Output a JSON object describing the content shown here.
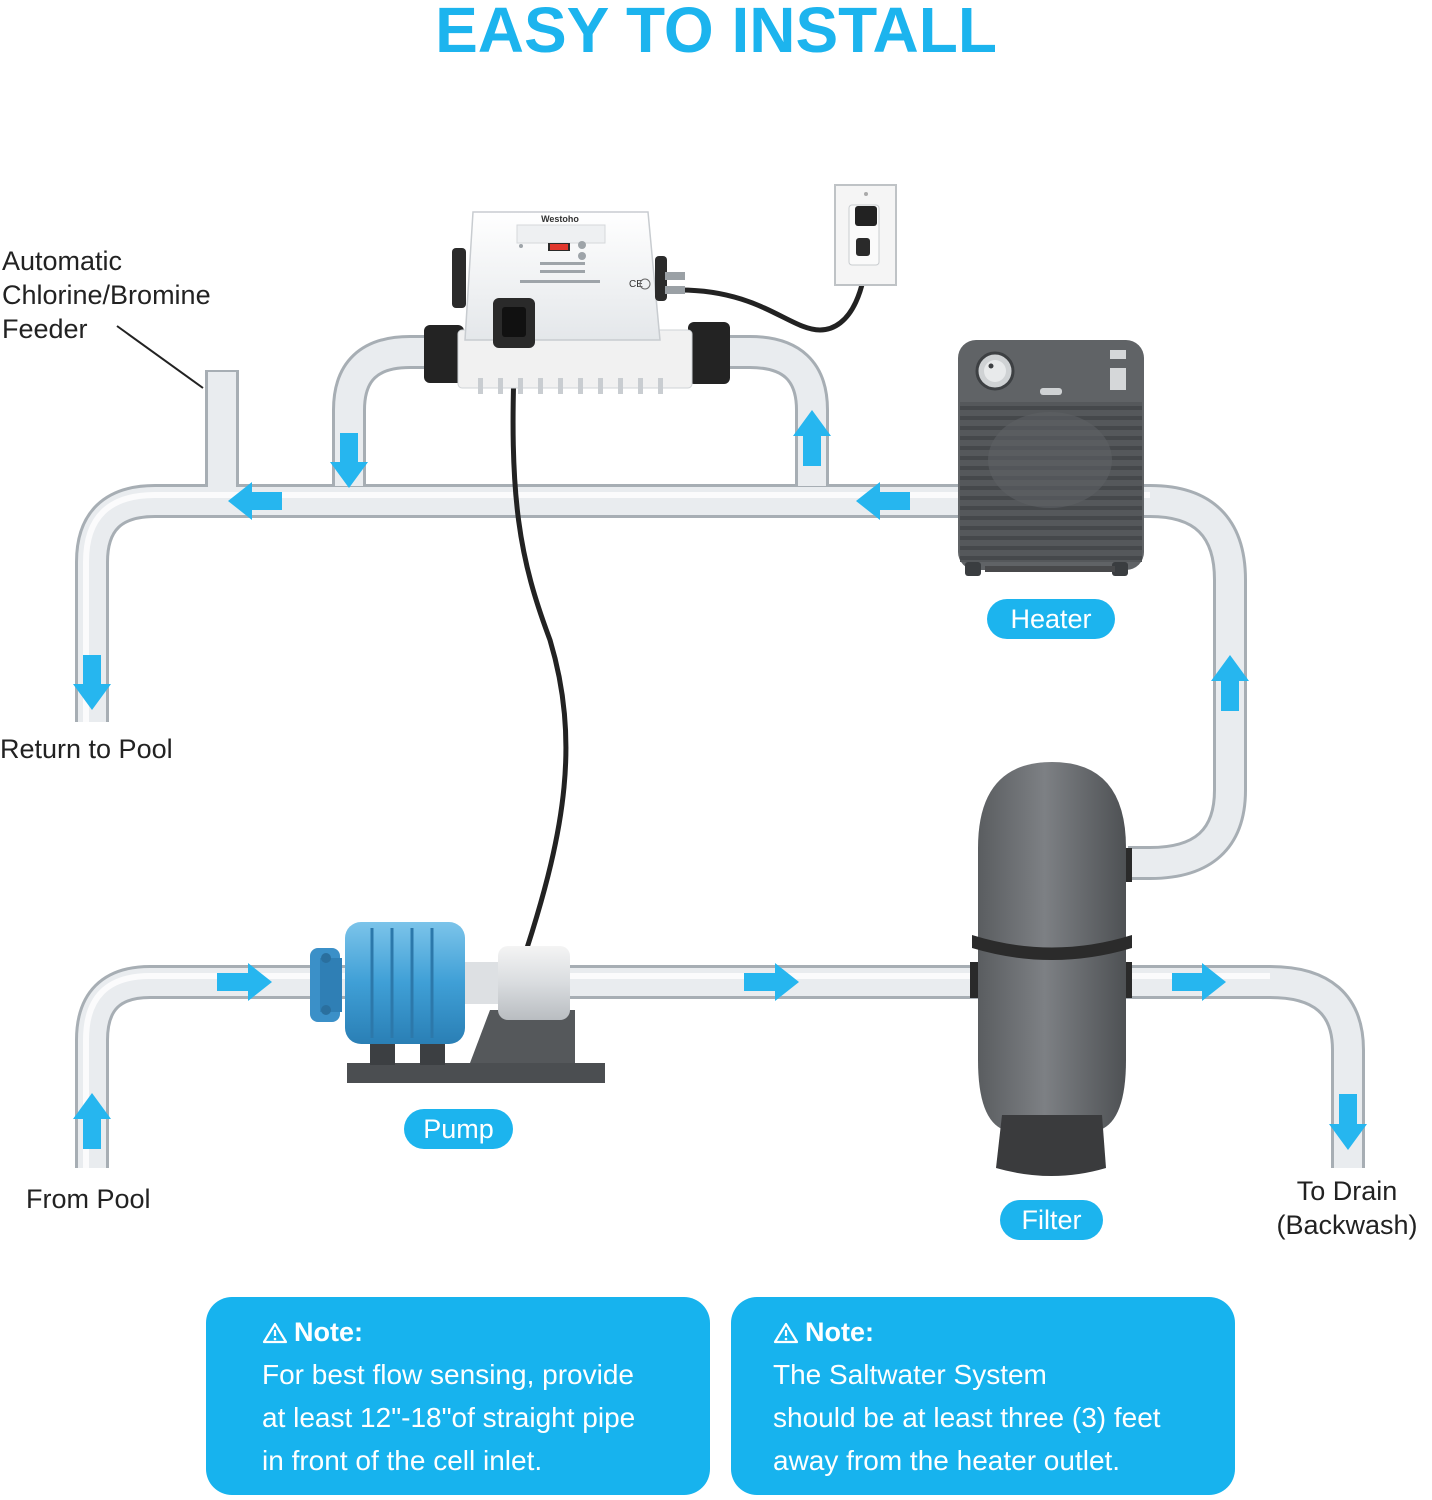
{
  "title": "EASY TO INSTALL",
  "labels": {
    "feeder": [
      "Automatic",
      "Chlorine/Bromine",
      "Feeder"
    ],
    "return_to_pool": "Return to Pool",
    "from_pool": "From Pool",
    "to_drain": [
      "To Drain",
      "(Backwash)"
    ]
  },
  "components": {
    "heater": "Heater",
    "pump": "Pump",
    "filter": "Filter",
    "brand": "Westoho"
  },
  "notes": [
    {
      "heading": "Note:",
      "lines": [
        "For best flow sensing, provide",
        "at least 12\"-18\"of straight pipe",
        "in front of the cell inlet."
      ]
    },
    {
      "heading": "Note:",
      "lines": [
        "The Saltwater System",
        "should be at least three (3) feet",
        "away from the heater outlet."
      ]
    }
  ],
  "colors": {
    "accent": "#1cb4ee",
    "pipe": "#e9ecef",
    "pipe_edge": "#a9b0b6",
    "arrow": "#26b6ef"
  }
}
